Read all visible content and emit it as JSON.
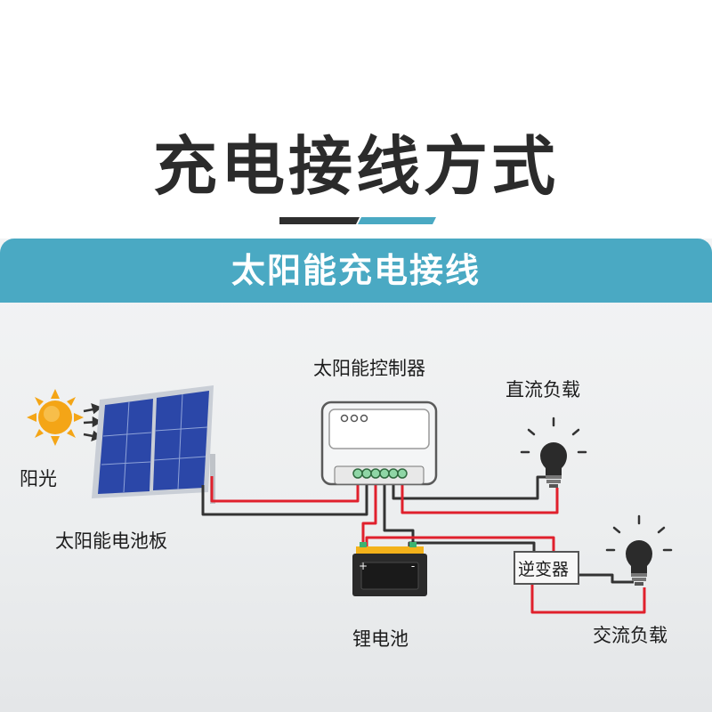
{
  "title": "充电接线方式",
  "banner": "太阳能充电接线",
  "labels": {
    "sun": "阳光",
    "solar_panel": "太阳能电池板",
    "controller": "太阳能控制器",
    "dc_load": "直流负载",
    "battery": "锂电池",
    "inverter": "逆变器",
    "ac_load": "交流负载"
  },
  "battery_terminals": {
    "positive": "+",
    "negative": "-"
  },
  "colors": {
    "banner": "#4aa9c3",
    "wire_red": "#e0202c",
    "wire_black": "#333333",
    "sun": "#f4a516",
    "panel": "#2b47a8",
    "battery_top": "#f3b21a",
    "battery_body": "#2a2a2a",
    "terminal_green": "#3cb371"
  },
  "icons": [
    "sun-icon",
    "solar-panel-icon",
    "controller-icon",
    "bulb-icon",
    "battery-icon",
    "inverter-icon"
  ]
}
